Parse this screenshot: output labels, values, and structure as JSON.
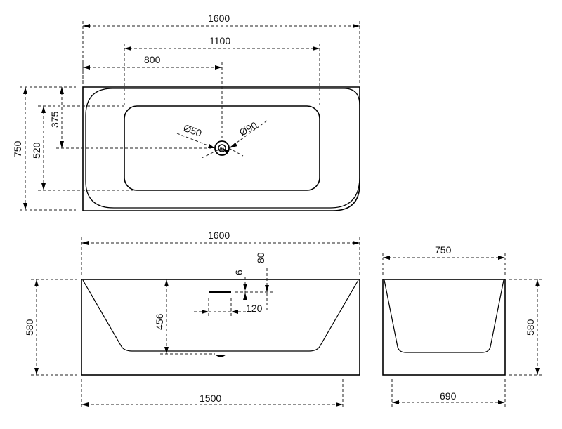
{
  "top_view": {
    "overall_length": "1600",
    "drain_spacing": "1100",
    "drain_offset": "800",
    "overall_width": "750",
    "inner_width": "520",
    "drain_y_offset": "375",
    "drain_dia_small": "Ø50",
    "drain_dia_large": "Ø90"
  },
  "front_view": {
    "top_length": "1600",
    "bottom_length": "1500",
    "height": "580",
    "inner_depth": "456",
    "overflow_width": "120",
    "overflow_height": "80",
    "overflow_thickness": "6"
  },
  "side_view": {
    "top_width": "750",
    "bottom_width": "690",
    "height": "580"
  }
}
